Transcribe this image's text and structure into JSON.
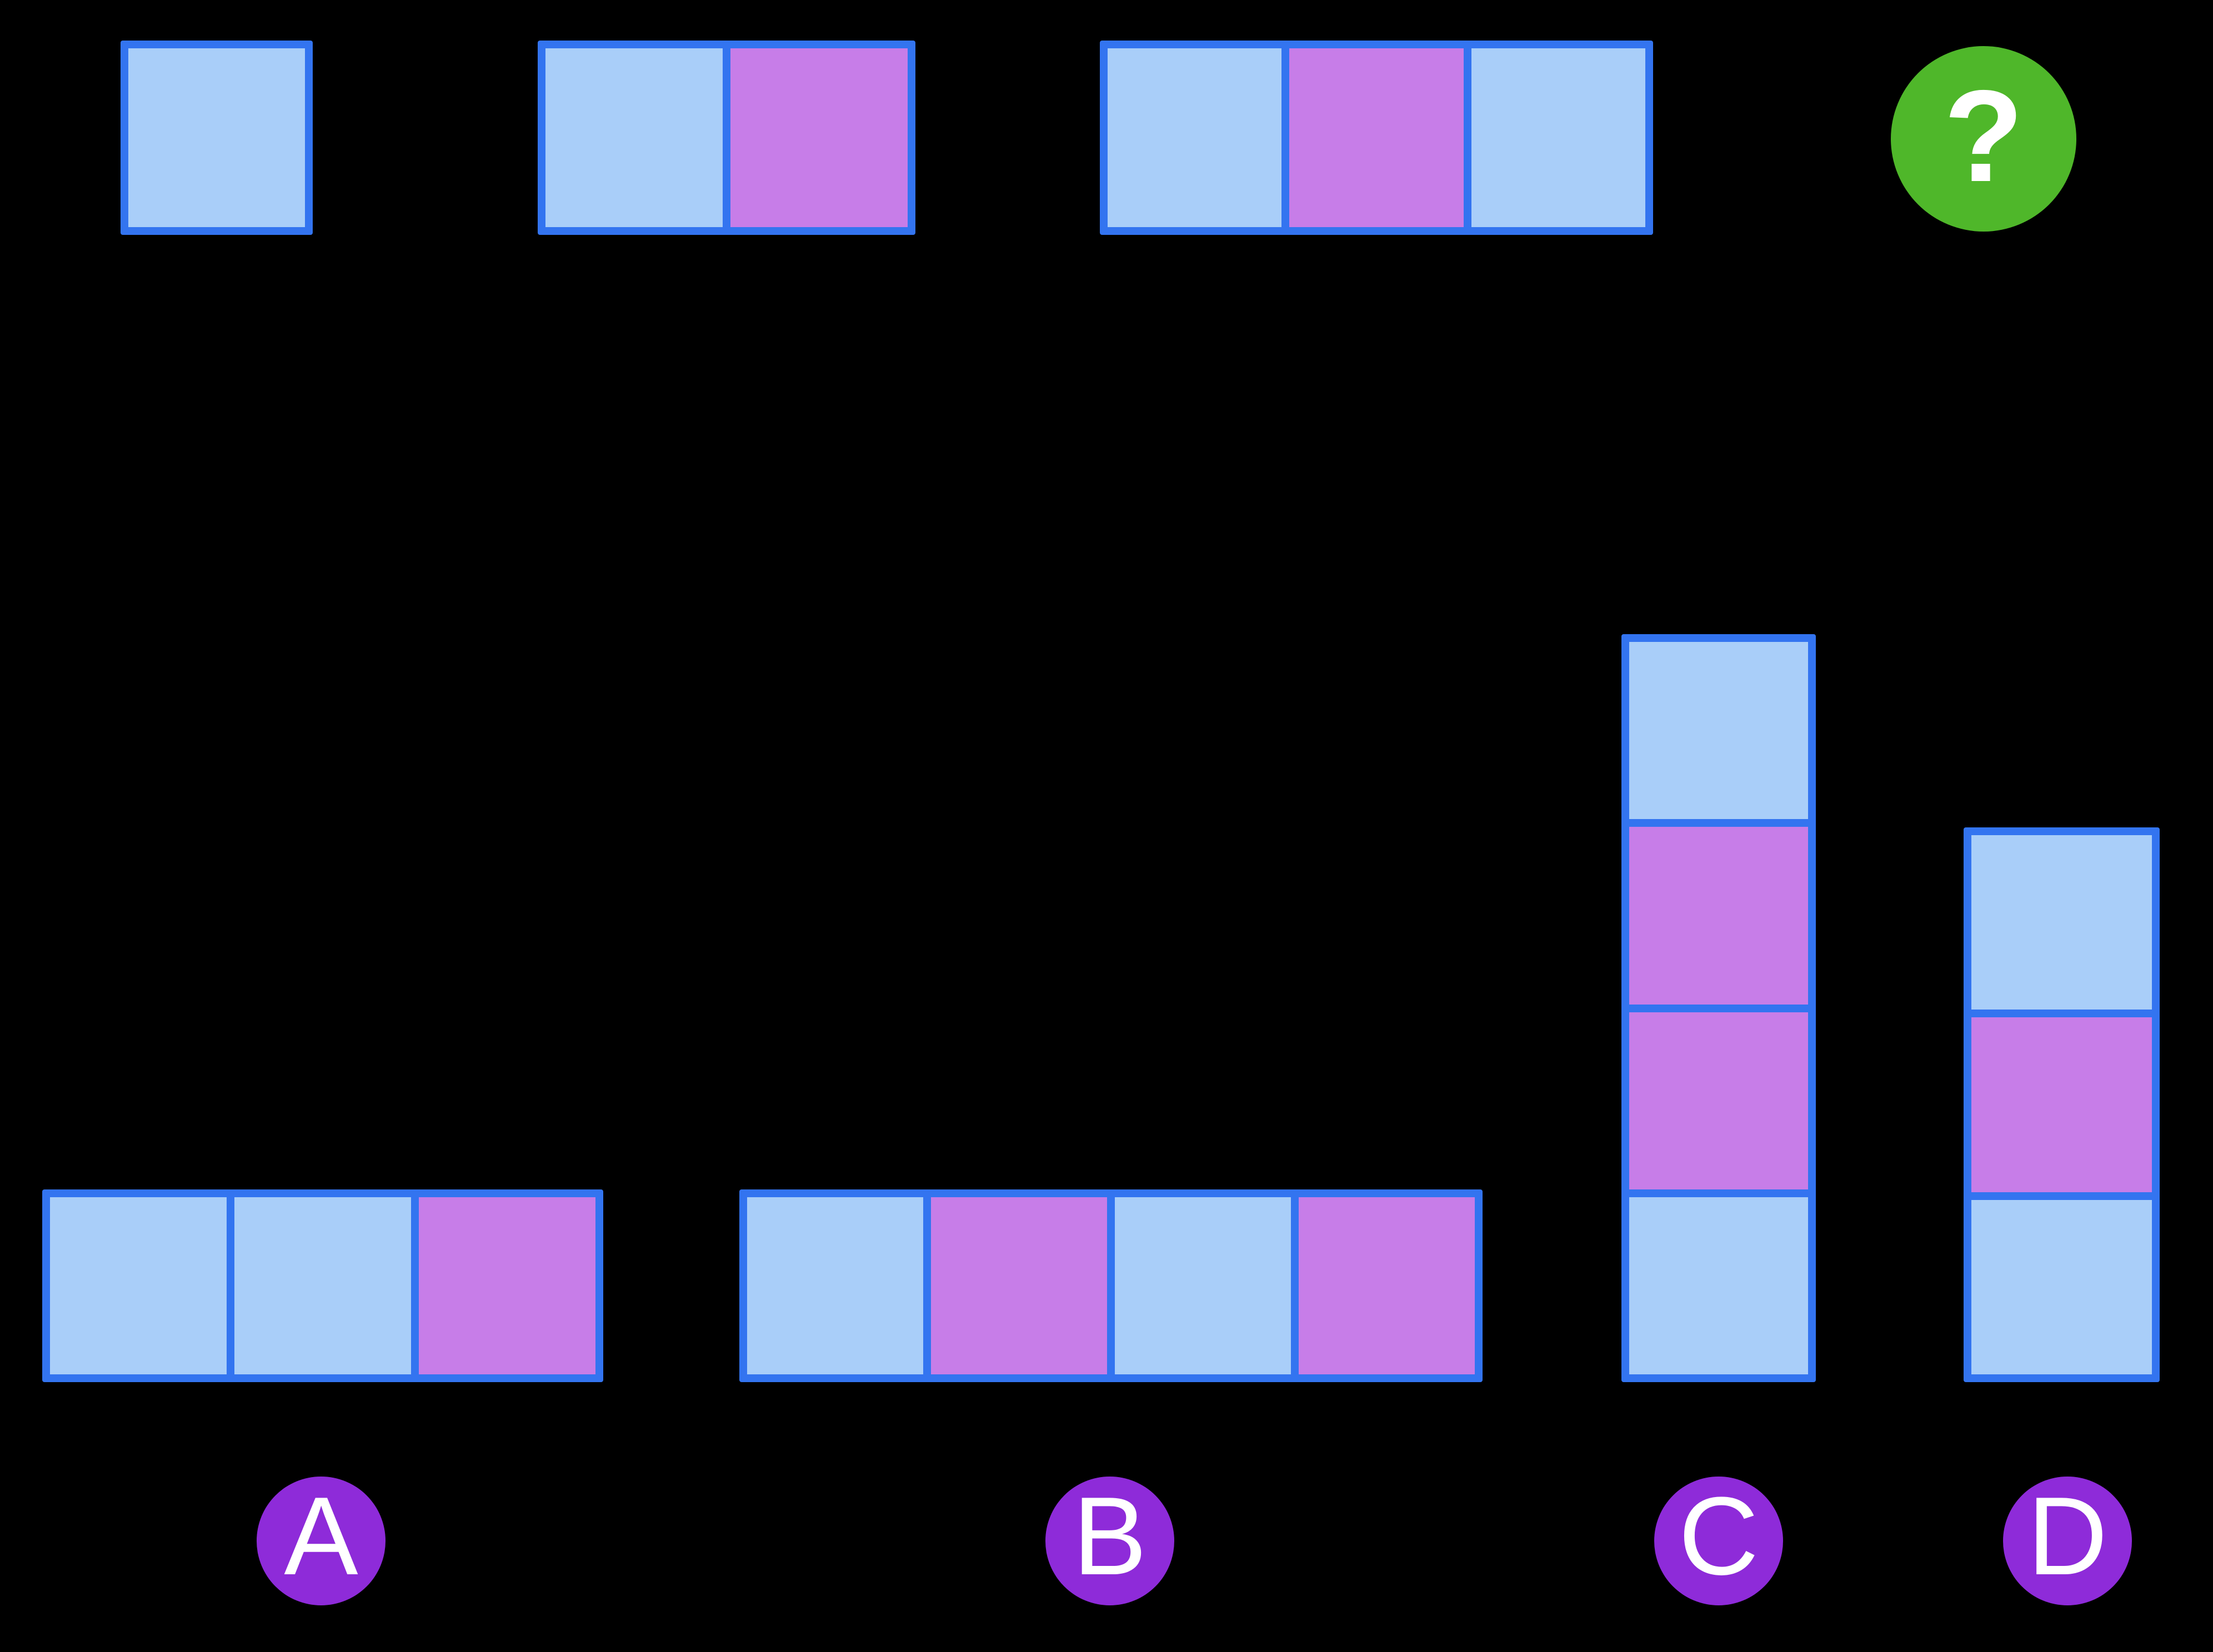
{
  "colors": {
    "cell_border": "#3374f0",
    "blue_fill": "#a9cef9",
    "purple_fill": "#c77de8",
    "question_green": "#4fb72a",
    "label_purple": "#8e2bd9",
    "glyph_white": "#ffffff"
  },
  "sequence": {
    "terms": [
      {
        "name": "term-1",
        "cells": [
          "blue"
        ]
      },
      {
        "name": "term-2",
        "cells": [
          "blue",
          "purple"
        ]
      },
      {
        "name": "term-3",
        "cells": [
          "blue",
          "purple",
          "blue"
        ]
      }
    ],
    "question_glyph": "?"
  },
  "options": [
    {
      "letter": "A",
      "orientation": "horizontal",
      "cells": [
        "blue",
        "blue",
        "purple"
      ]
    },
    {
      "letter": "B",
      "orientation": "horizontal",
      "cells": [
        "blue",
        "purple",
        "blue",
        "purple"
      ]
    },
    {
      "letter": "C",
      "orientation": "vertical",
      "cells": [
        "blue",
        "purple",
        "purple",
        "blue"
      ]
    },
    {
      "letter": "D",
      "orientation": "vertical",
      "cells": [
        "blue",
        "purple",
        "blue"
      ]
    }
  ]
}
